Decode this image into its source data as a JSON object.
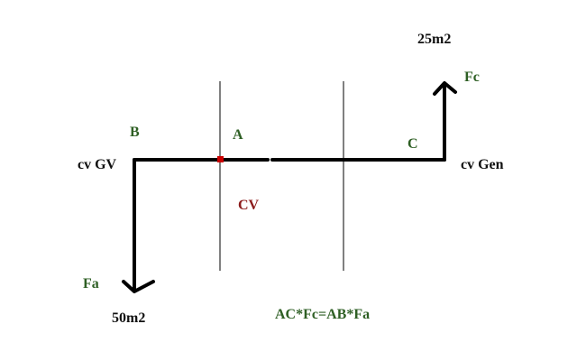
{
  "labels": {
    "top_right_value": "25m2",
    "force_c": "Fc",
    "point_b": "B",
    "point_a": "A",
    "point_c": "C",
    "left_end": "cv GV",
    "right_end": "cv Gen",
    "center_label": "CV",
    "force_a": "Fa",
    "bottom_left_value": "50m2",
    "equation": "AC*Fc=AB*Fa"
  },
  "colors": {
    "beam": "#000000",
    "pivot_marker": "#cc0000",
    "label_green": "#2e5f24",
    "label_red": "#8b1a1a",
    "label_dark": "#111111"
  }
}
